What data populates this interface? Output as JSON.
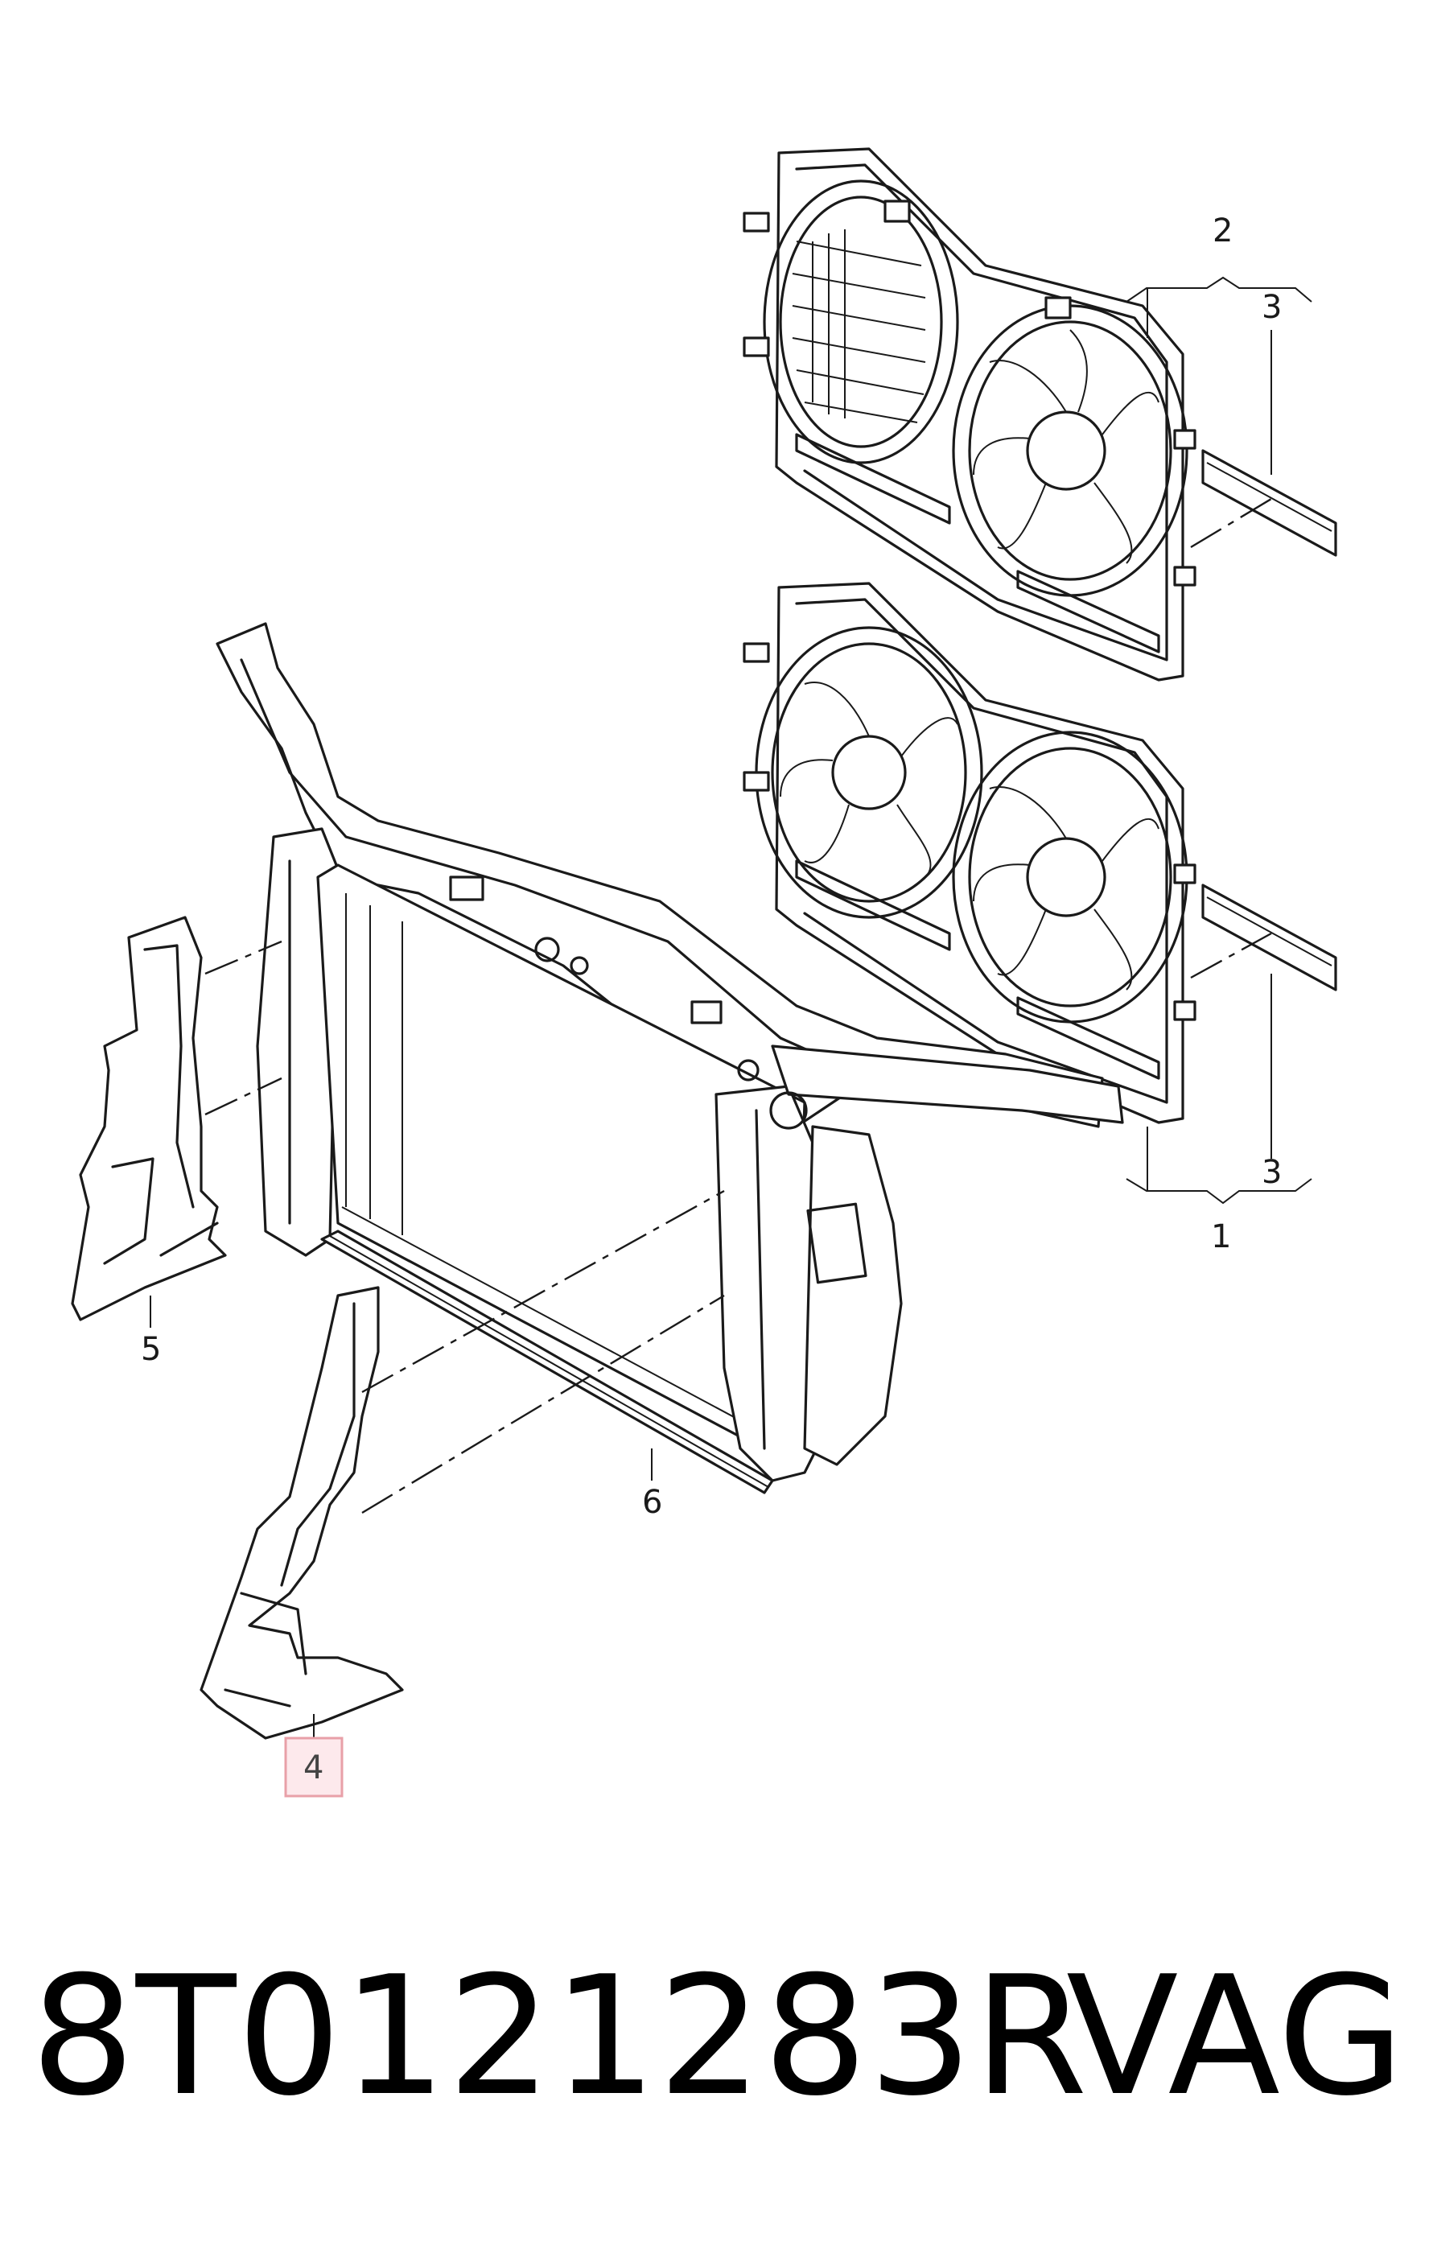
{
  "callouts": {
    "c1": "1",
    "c2": "2",
    "c3_top": "3",
    "c3_bottom": "3",
    "c4": "4",
    "c5": "5",
    "c6": "6"
  },
  "highlight_color": "#e8a0a8",
  "part_number": "8T0121283R",
  "brand": "VAG"
}
